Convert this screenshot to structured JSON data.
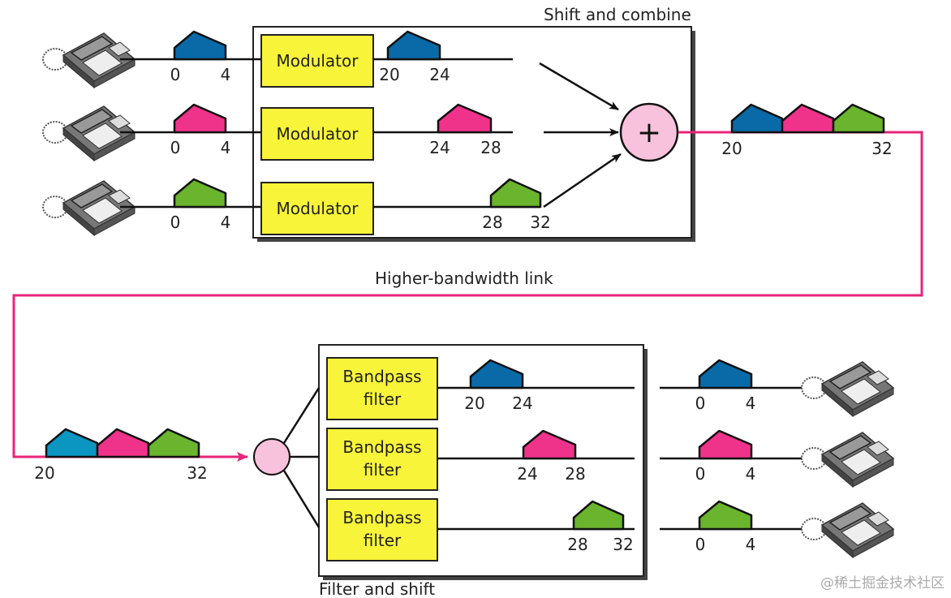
{
  "titles": {
    "top_box": "Shift and combine",
    "link": "Higher-bandwidth link",
    "bottom_box": "Filter and shift"
  },
  "colors": {
    "blue": "#0a6aa8",
    "pink": "#f0338a",
    "green": "#6ab42e",
    "teal": "#0b96c2",
    "yellow": "#f8f43a",
    "link": "#e8257a",
    "circle": "#f9c2dc"
  },
  "modulators": [
    {
      "label": "Modulator",
      "in_low": "0",
      "in_high": "4",
      "out_low": "20",
      "out_high": "24",
      "color": "blue"
    },
    {
      "label": "Modulator",
      "in_low": "0",
      "in_high": "4",
      "out_low": "24",
      "out_high": "28",
      "color": "pink"
    },
    {
      "label": "Modulator",
      "in_low": "0",
      "in_high": "4",
      "out_low": "28",
      "out_high": "32",
      "color": "green"
    }
  ],
  "combiner_symbol": "+",
  "combined_band": {
    "low": "20",
    "high": "32"
  },
  "filters": [
    {
      "label1": "Bandpass",
      "label2": "filter",
      "low": "20",
      "high": "24",
      "out_low": "0",
      "out_high": "4",
      "color": "blue"
    },
    {
      "label1": "Bandpass",
      "label2": "filter",
      "low": "24",
      "high": "28",
      "out_low": "0",
      "out_high": "4",
      "color": "pink"
    },
    {
      "label1": "Bandpass",
      "label2": "filter",
      "low": "28",
      "high": "32",
      "out_low": "0",
      "out_high": "4",
      "color": "green"
    }
  ],
  "watermark": "@稀土掘金技术社区"
}
